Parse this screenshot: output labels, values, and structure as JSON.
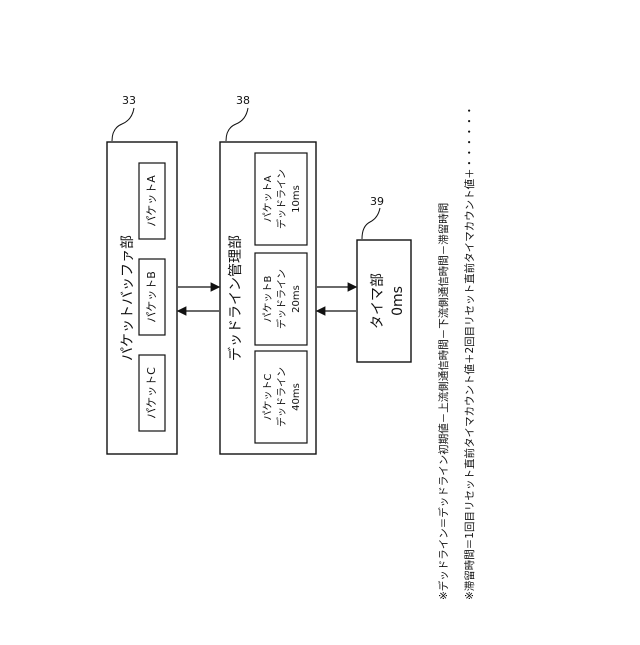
{
  "ref_numbers": {
    "buffer": "33",
    "manager": "38",
    "timer": "39"
  },
  "packet_buffer": {
    "title": "パケットバッファ部",
    "packets": [
      "パケットC",
      "パケットB",
      "パケットA"
    ]
  },
  "deadline_manager": {
    "title": "デッドライン管理部",
    "entries": [
      {
        "name": "パケットC",
        "label": "デッドライン",
        "value": "40ms"
      },
      {
        "name": "パケットB",
        "label": "デッドライン",
        "value": "20ms"
      },
      {
        "name": "パケットA",
        "label": "デッドライン",
        "value": "10ms"
      }
    ]
  },
  "timer": {
    "title": "タイマ部",
    "value": "0ms"
  },
  "notes": [
    "※デッドライン＝デッドライン初期値－上流側通信時間－下流側通信時間－滞留時間",
    "※滞留時間＝1回目リセット直前タイマカウント値＋2回目リセット直前タイマカウント値＋・・・・・・"
  ]
}
